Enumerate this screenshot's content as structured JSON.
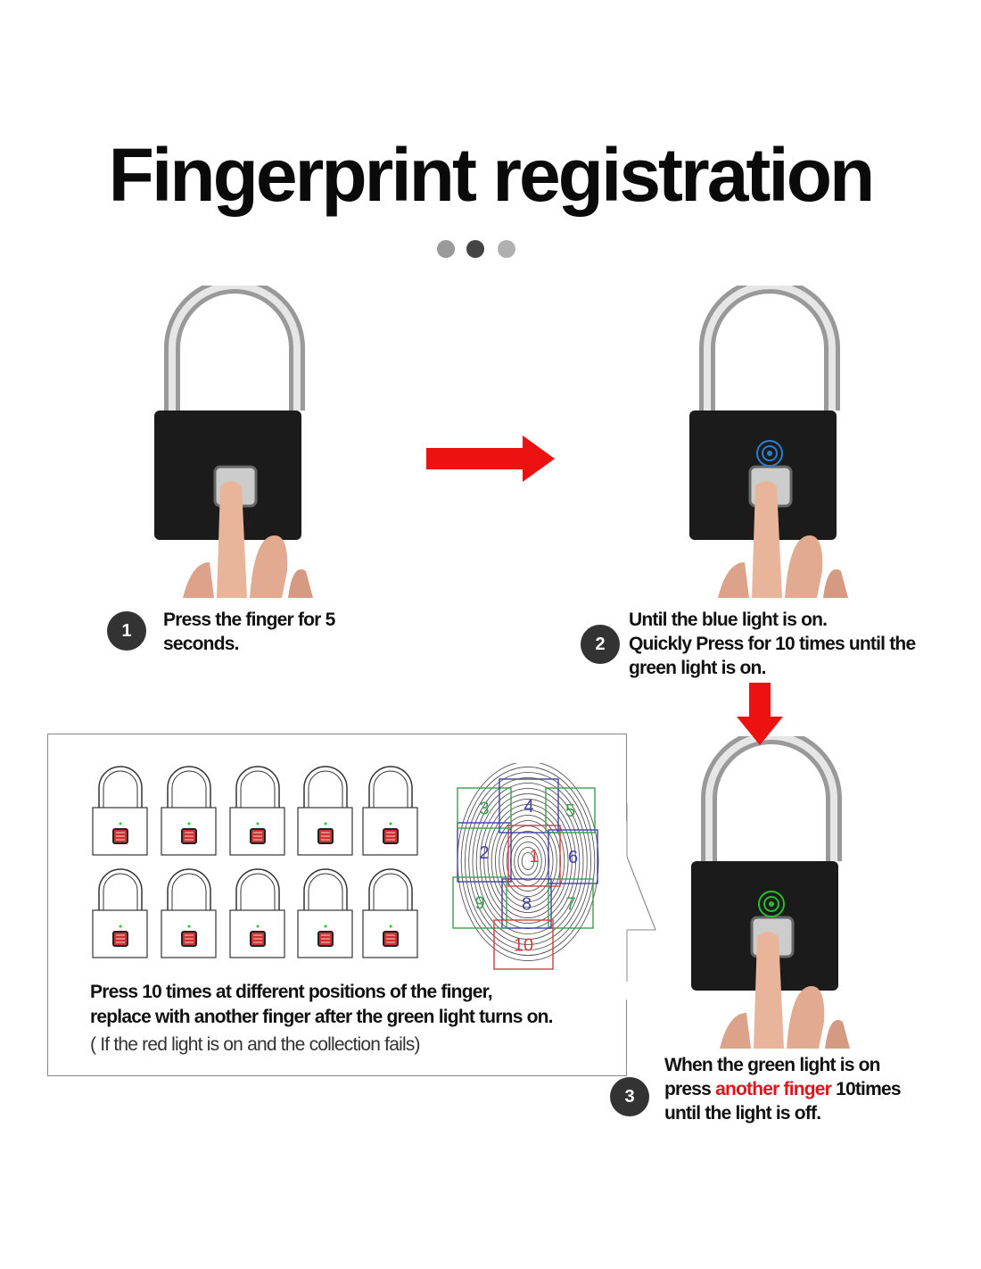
{
  "title": "Fingerprint registration",
  "pagination": {
    "dots": 3,
    "active_index": 1
  },
  "colors": {
    "arrow": "#ee1111",
    "blue_light": "#2a7fd4",
    "green_light": "#22c02a",
    "step_badge": "#333333",
    "highlight": "#e0141e"
  },
  "steps": [
    {
      "number": "1",
      "lines": [
        "Press the finger for 5",
        "seconds."
      ]
    },
    {
      "number": "2",
      "lines": [
        "Until the blue light is on.",
        "Quickly Press for 10 times until the",
        "green light is on."
      ]
    },
    {
      "number": "3",
      "line1": "When the green light is on",
      "line2_pre": "press ",
      "line2_highlight": "another finger",
      "line2_post": " 10times",
      "line3": "until the light is off."
    }
  ],
  "instruction_box": {
    "line1": "Press 10 times at different positions of the finger,",
    "line2": "replace with another finger after the green light turns on.",
    "note": "( If the red light is on and the collection fails)",
    "positions": [
      "1",
      "2",
      "3",
      "4",
      "5",
      "6",
      "7",
      "8",
      "9",
      "10"
    ]
  }
}
